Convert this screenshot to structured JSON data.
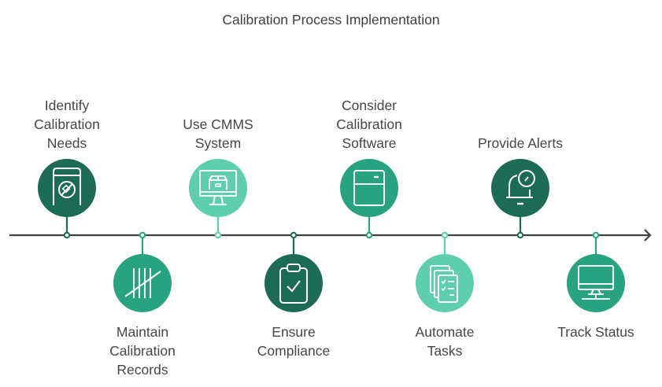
{
  "title": "Calibration Process Implementation",
  "colors": {
    "dark": "#1c6b54",
    "medium": "#27a37f",
    "light": "#5ecfad",
    "axis": "#404040",
    "text": "#464646"
  },
  "steps": [
    {
      "label": "Identify\nCalibration\nNeeds",
      "side": "top",
      "tone": "dark",
      "icon": "scale-gauge-icon"
    },
    {
      "label": "Maintain\nCalibration\nRecords",
      "side": "bottom",
      "tone": "medium",
      "icon": "tally-marks-icon"
    },
    {
      "label": "Use CMMS\nSystem",
      "side": "top",
      "tone": "light",
      "icon": "monitor-box-icon"
    },
    {
      "label": "Ensure\nCompliance",
      "side": "bottom",
      "tone": "dark",
      "icon": "clipboard-check-icon"
    },
    {
      "label": "Consider\nCalibration\nSoftware",
      "side": "top",
      "tone": "medium",
      "icon": "cabinet-icon"
    },
    {
      "label": "Automate\nTasks",
      "side": "bottom",
      "tone": "light",
      "icon": "checklist-docs-icon"
    },
    {
      "label": "Provide Alerts",
      "side": "top",
      "tone": "dark",
      "icon": "bell-clock-icon"
    },
    {
      "label": "Track Status",
      "side": "bottom",
      "tone": "medium",
      "icon": "desktop-monitor-icon"
    }
  ]
}
